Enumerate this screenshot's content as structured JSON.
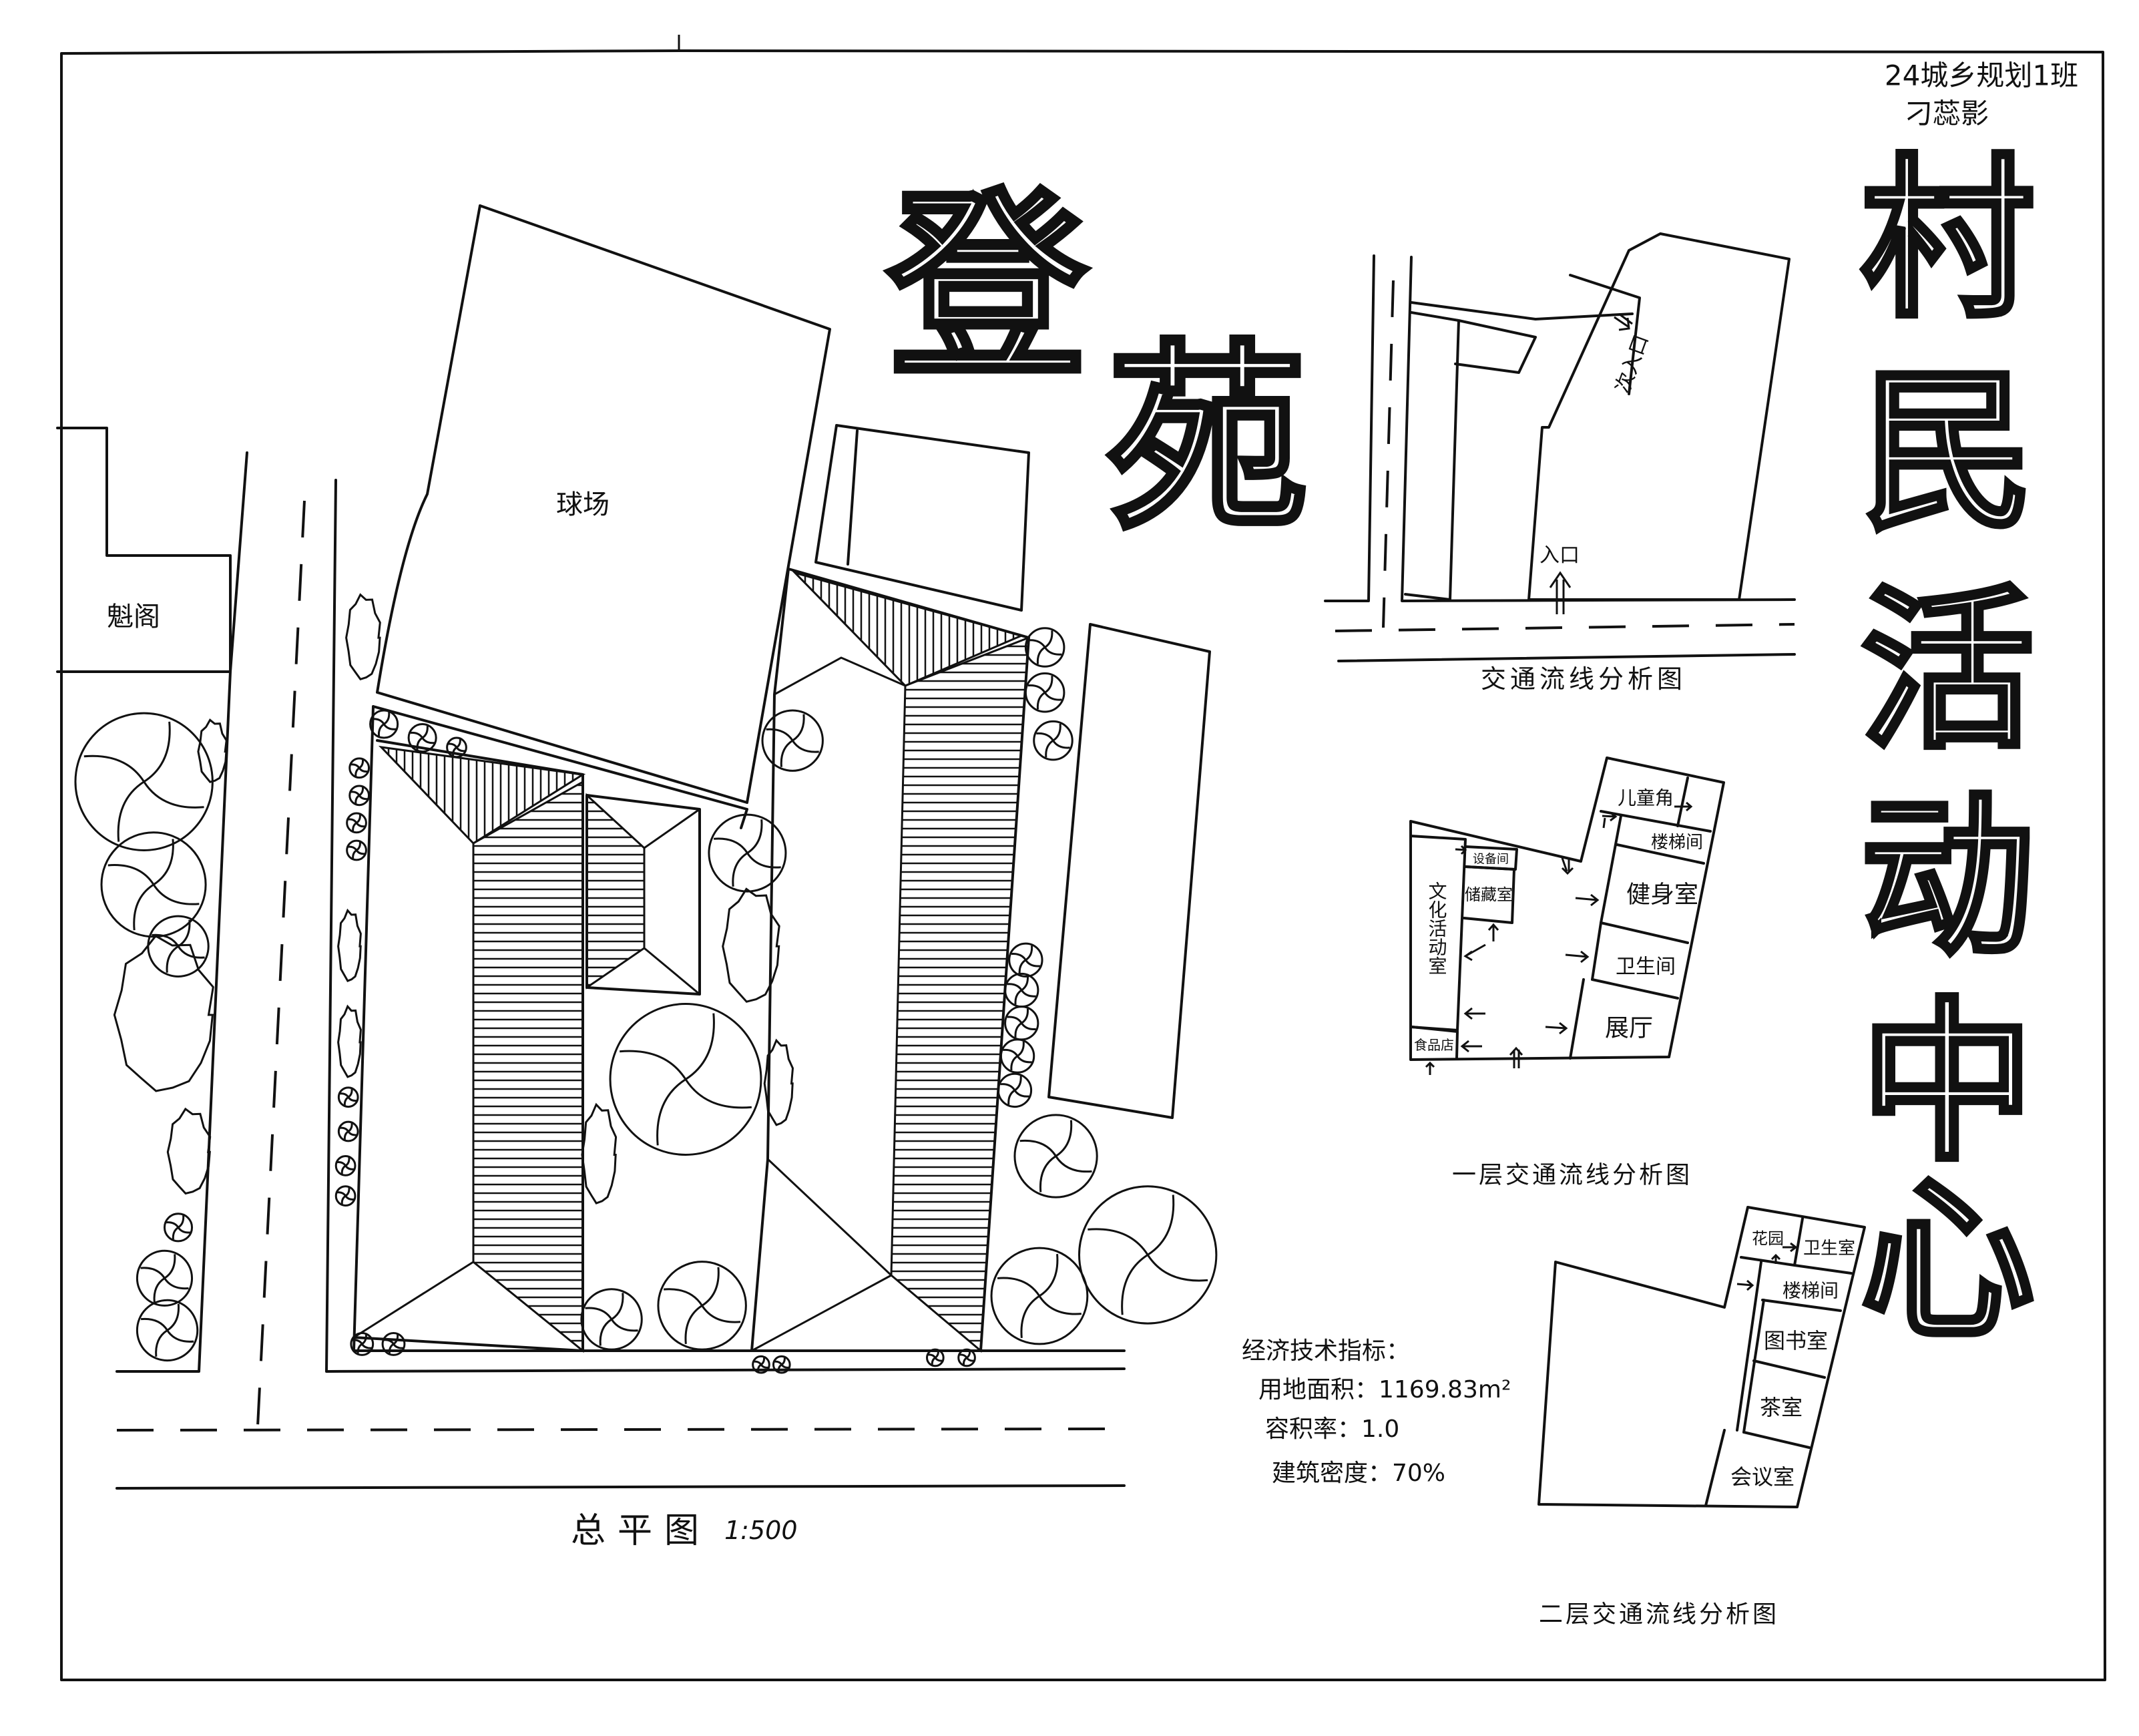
{
  "author": {
    "class": "24城乡规划1班",
    "name": "刁蕊影"
  },
  "title": {
    "vertical_chars": [
      "村",
      "民",
      "活",
      "动",
      "中",
      "心"
    ],
    "project_name_chars": [
      "登",
      "苑"
    ]
  },
  "site_plan": {
    "caption": "总平图",
    "scale": "1:500",
    "labels": {
      "court": "球场",
      "pavilion": "魁阁"
    }
  },
  "indicators": {
    "heading": "经济技术指标：",
    "items": [
      "用地面积：1169.83m²",
      "容积率：1.0",
      "建筑密度：70%"
    ]
  },
  "traffic_diagram": {
    "caption": "交通流线分析图",
    "main_entrance": "入口",
    "secondary_entrance": "次入口"
  },
  "floor1": {
    "caption": "一层交通流线分析图",
    "rooms": {
      "culture": "文化活动室",
      "equipment": "设备间",
      "storage": "储藏室",
      "food": "食品店",
      "children": "儿童角",
      "stairs": "楼梯间",
      "gym": "健身室",
      "toilet": "卫生间",
      "hall": "展厅"
    }
  },
  "floor2": {
    "caption": "二层交通流线分析图",
    "rooms": {
      "garden": "花园",
      "clinic": "卫生室",
      "stairs": "楼梯间",
      "library": "图书室",
      "tea": "茶室",
      "meeting": "会议室"
    }
  },
  "colors": {
    "ink": "#111111",
    "paper": "#ffffff"
  }
}
